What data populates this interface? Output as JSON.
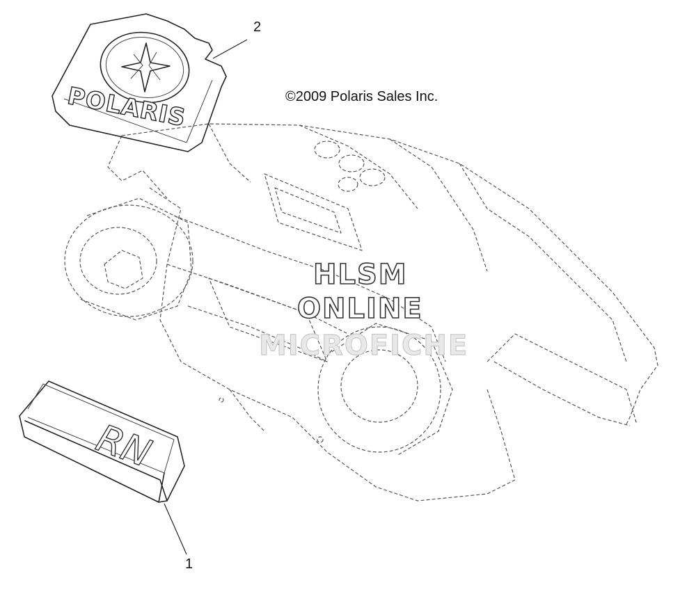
{
  "copyright": "©2009 Polaris Sales Inc.",
  "callouts": [
    {
      "number": "1",
      "part": "rn-badge-decal"
    },
    {
      "number": "2",
      "part": "polaris-logo-decal"
    }
  ],
  "watermark": {
    "line1": "HLSM",
    "line2": "ONLINE",
    "line3": "MICROFICHE"
  },
  "decal_text": {
    "part1": "RN",
    "part2": "POLARIS"
  }
}
